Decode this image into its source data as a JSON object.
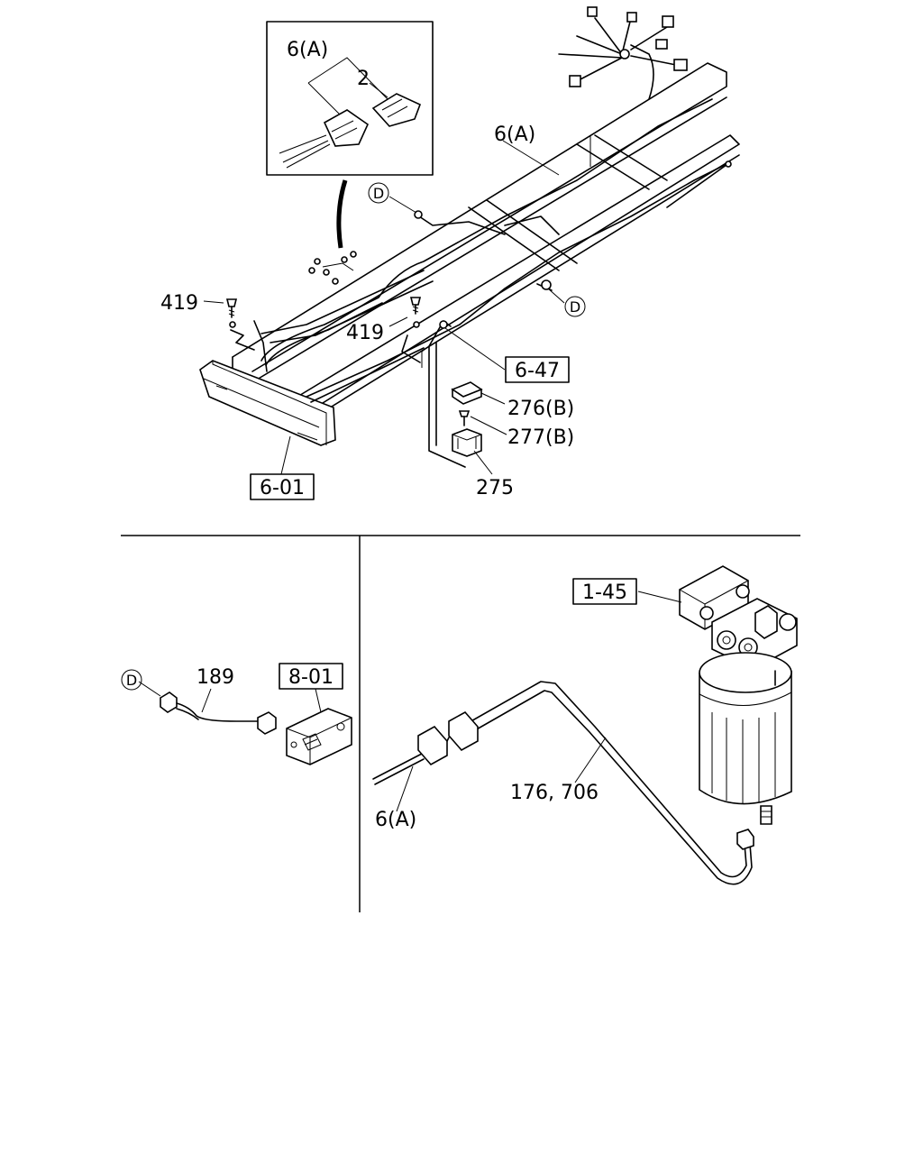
{
  "callouts": {
    "inset_6a": "6(A)",
    "inset_2": "2",
    "harness_6a": "6(A)",
    "ref_d_top": "D",
    "ref_d_right": "D",
    "bolt_419_left": "419",
    "bolt_419_mid": "419",
    "box_6_47": "6-47",
    "part_276b": "276(B)",
    "part_277b": "277(B)",
    "part_275": "275",
    "box_6_01": "6-01",
    "ref_d_lower": "D",
    "part_189": "189",
    "box_8_01": "8-01",
    "box_1_45": "1-45",
    "part_176_706": "176, 706",
    "lower_6a": "6(A)"
  }
}
